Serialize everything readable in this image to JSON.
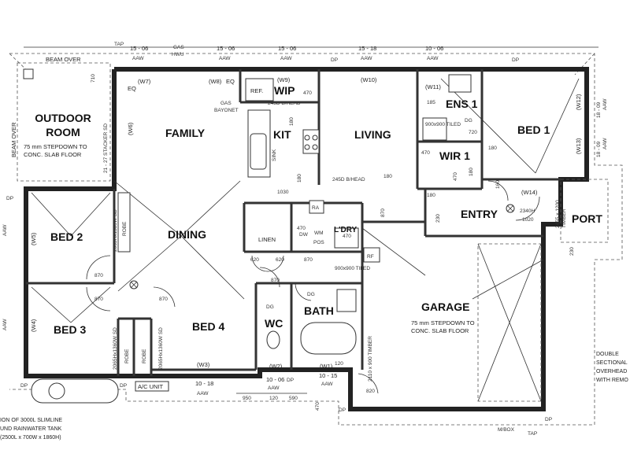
{
  "rooms": {
    "outdoor_room": [
      "OUTDOOR",
      "ROOM"
    ],
    "outdoor_note": [
      "75 mm  STEPDOWN TO",
      "CONC. SLAB FLOOR"
    ],
    "family": "FAMILY",
    "wip": "WIP",
    "kit": "KIT",
    "living": "LIVING",
    "ens1": "ENS 1",
    "bed1": "BED 1",
    "wir1": "WIR 1",
    "entry": "ENTRY",
    "port": "PORT",
    "bed2": "BED 2",
    "dining": "DINING",
    "bed3": "BED 3",
    "bed4": "BED 4",
    "wc": "WC",
    "bath": "BATH",
    "garage": "GARAGE",
    "garage_note": [
      "75 mm  STEPDOWN TO",
      "CONC. SLAB FLOOR"
    ],
    "ldry": "L'DRY",
    "linen": "LINEN",
    "robe": "ROBE"
  },
  "windows": {
    "w7": "(W7)",
    "w8": "(W8)",
    "w9": "(W9)",
    "w10": "(W10)",
    "w11": "(W11)",
    "w12": "(W12)",
    "w13": "(W13)",
    "w14": "(W14)",
    "w6": "(W6)",
    "w5": "(W5)",
    "w4": "(W4)",
    "w3": "(W3)",
    "w2": "(W2)",
    "w1": "(W1)"
  },
  "labels": {
    "beam_over": "BEAM OVER",
    "beam_over_side": "BEAM OVER",
    "tap": "TAP",
    "gas_hwu": [
      "GAS",
      "HWU"
    ],
    "aaw": "AAW",
    "dp": "DP",
    "eq": "EQ",
    "ref": "REF.",
    "gas_bayonet": [
      "GAS",
      "BAYONET"
    ],
    "sink": "SINK",
    "b_head_245": "245D B/HEAD",
    "b_head_245_living": "245D B/HEAD",
    "stacker": "21 - 27 STACKER SD",
    "sd_1580": "2065Hx1580W SD",
    "sd_1360a": "2065Hx1360W SD",
    "sd_1360b": "2065Hx1360W SD",
    "ra": "RA",
    "dw": "DW",
    "wm": "WM",
    "pos": "POS",
    "rf": "RF",
    "dg": "DG",
    "tiled_a": "900x900 TILED",
    "tiled_b": "900x900 TILED",
    "timber": "2110 x 900 TIMBER",
    "door_entry": [
      "2340H",
      "1020"
    ],
    "door_port": [
      "2455 x 1200",
      "TIMBER"
    ],
    "ac_unit": "A/C UNIT",
    "mbox": "M/BOX",
    "tap_bottom": "TAP",
    "double_sectional": [
      "DOUBLE",
      "SECTIONAL",
      "OVERHEAD",
      "WITH REMO"
    ],
    "tank": [
      "ION OF 3000L SLIMLINE",
      "UND RAINWATER TANK",
      "(2500L x 700W x 1860H)"
    ]
  },
  "dims": {
    "top1": "15 - 06",
    "top2": "15 - 06",
    "top3": "15 - 06",
    "top4": "15 - 18",
    "top5": "10 - 06",
    "d710": "710",
    "d470": "470",
    "d185": "185",
    "d720": "720",
    "d180a": "180",
    "d180b": "180",
    "d180c": "180",
    "d180d": "180",
    "d180e": "180",
    "d180f": "180",
    "d160": "160",
    "d1030": "1030",
    "d870a": "870",
    "d870b": "870",
    "d870c": "870",
    "d870d": "870",
    "d870e": "870",
    "d870f": "870",
    "d620a": "620",
    "d620b": "620",
    "d470b": "470",
    "d470c": "470",
    "d470d": "470",
    "d470e": "470",
    "d470f": "470",
    "d230a": "230",
    "d230b": "230",
    "d120a": "120",
    "d120b": "120",
    "d950": "950",
    "d590": "590",
    "d820": "820",
    "b10_18": "10 - 18",
    "b10_06": "10 - 06",
    "b10_15": "10 - 15",
    "r18_09a": "18 - 09",
    "r18_09b": "18 - 09"
  }
}
